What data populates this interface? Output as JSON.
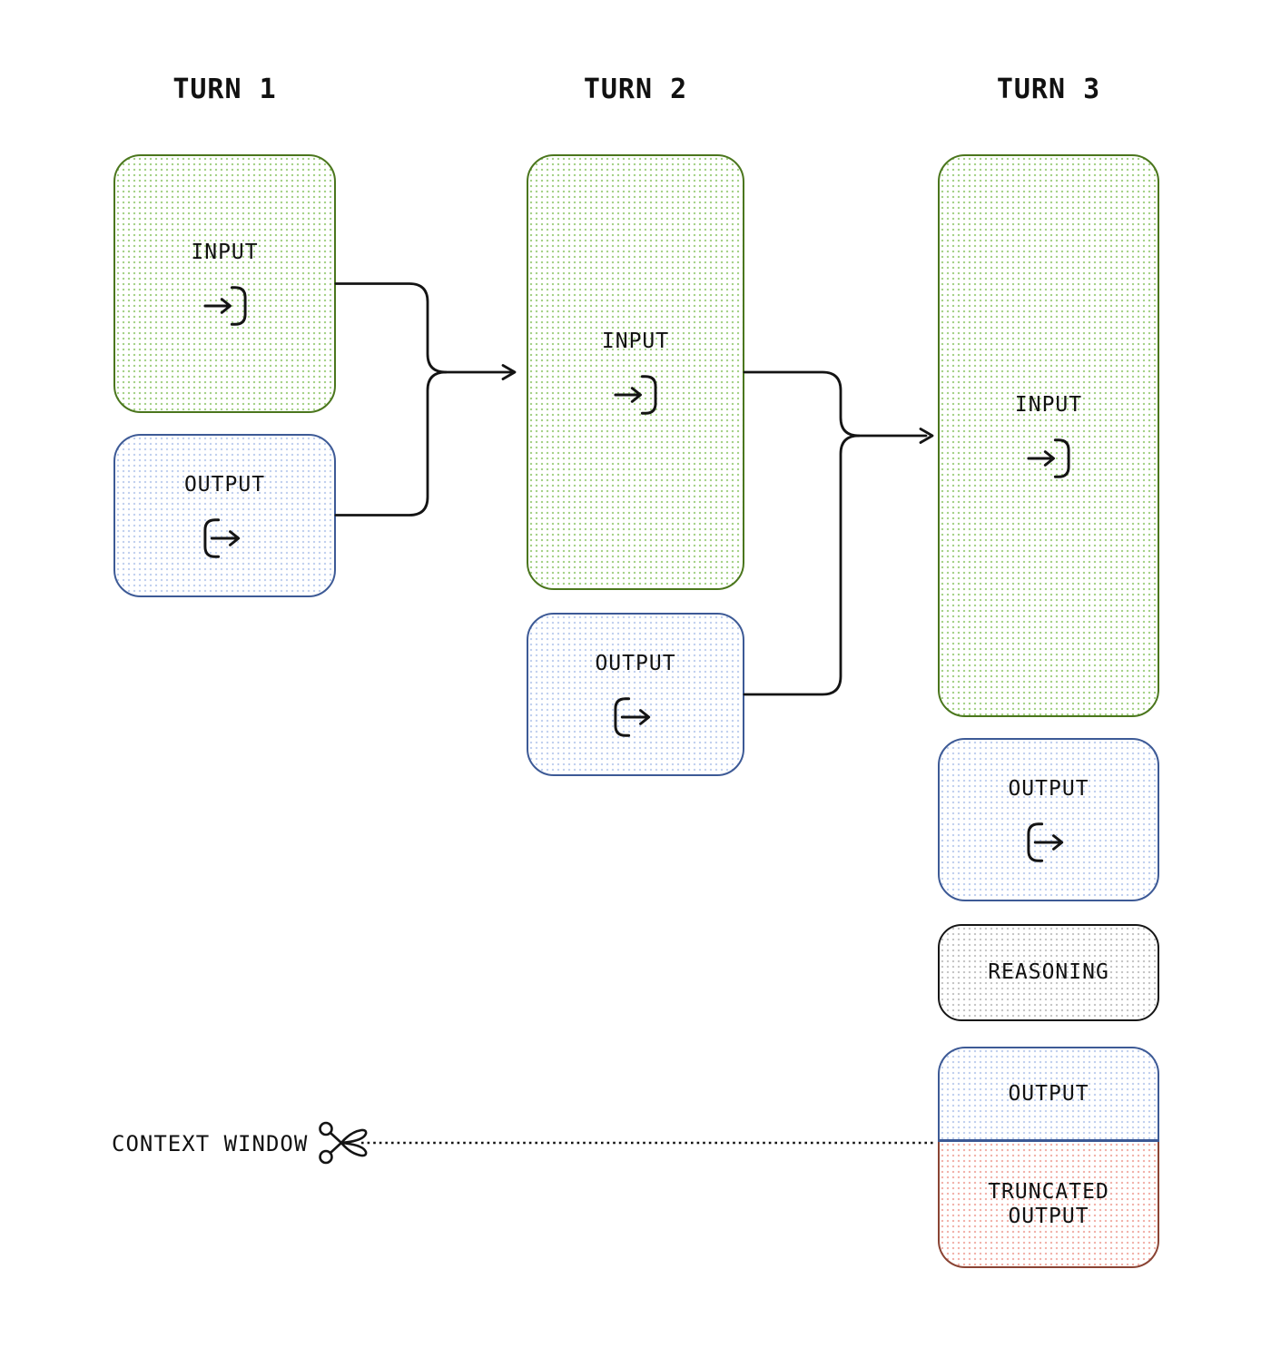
{
  "turns": [
    {
      "title": "TURN 1",
      "input_label": "INPUT",
      "output_label": "OUTPUT"
    },
    {
      "title": "TURN 2",
      "input_label": "INPUT",
      "output_label": "OUTPUT"
    },
    {
      "title": "TURN 3",
      "input_label": "INPUT",
      "output_label": "OUTPUT",
      "reasoning_label": "REASONING",
      "final_output_label": "OUTPUT",
      "truncated_label": "TRUNCATED OUTPUT"
    }
  ],
  "context_window": {
    "label": "CONTEXT WINDOW",
    "icon": "scissors-icon"
  },
  "icons": {
    "input": "arrow-into-bracket-icon",
    "output": "arrow-out-of-bracket-icon"
  },
  "colors": {
    "input_border": "#4b761d",
    "input_dot": "#a6d289",
    "output_border": "#3d5a96",
    "output_dot": "#c2d1ef",
    "reasoning_border": "#161616",
    "reasoning_dot": "#c6c6c6",
    "truncated_border": "#8a4434",
    "truncated_dot": "#f2b3ab",
    "line": "#141414",
    "text": "#111111"
  }
}
